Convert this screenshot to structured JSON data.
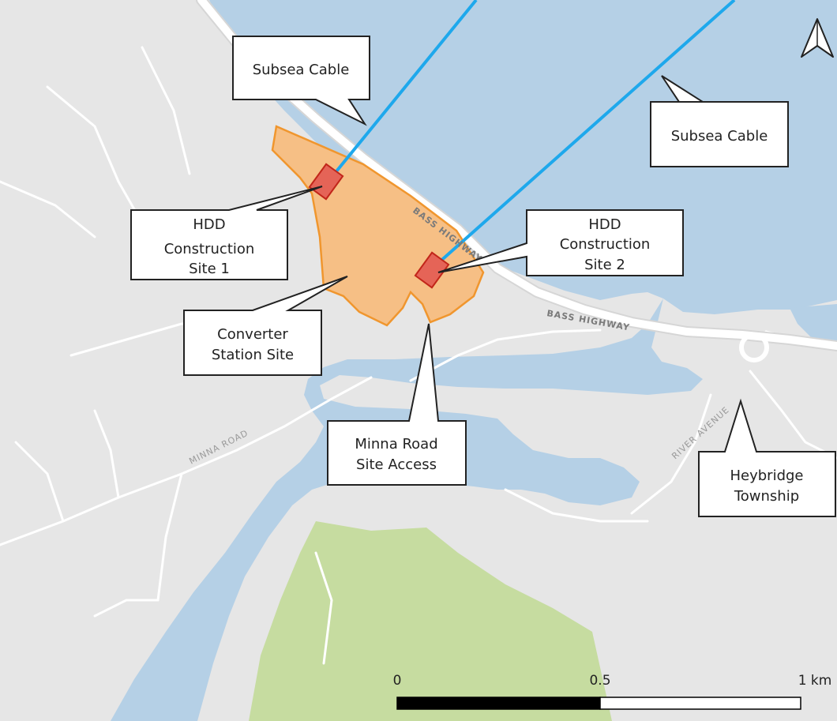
{
  "labels": {
    "subsea_cable_1": "Subsea Cable",
    "subsea_cable_2": "Subsea Cable",
    "hdd_site_1": [
      "HDD",
      "Construction",
      "Site 1"
    ],
    "hdd_site_2": [
      "HDD",
      "Construction",
      "Site 2"
    ],
    "converter_station": [
      "Converter",
      "Station Site"
    ],
    "site_access": [
      "Minna Road",
      "Site Access"
    ],
    "township": [
      "Heybridge",
      "Township"
    ]
  },
  "roads": {
    "bass_highway_1": "BASS HIGHWAY",
    "bass_highway_2": "BASS HIGHWAY",
    "minna_road": "MINNA ROAD",
    "river_avenue": "RIVER AVENUE"
  },
  "scale_bar": {
    "ticks": [
      "0",
      "0.5",
      "1 km"
    ]
  },
  "colors": {
    "water": "#b5d0e6",
    "land": "#e6e6e6",
    "park": "#c6dca0",
    "converter_fill": "#f6bf85",
    "converter_stroke": "#f0962e",
    "hdd_fill": "#e56457",
    "hdd_stroke": "#c2261a",
    "cable": "#1ea8ec"
  },
  "icons": {
    "north_arrow": "north-arrow-icon"
  }
}
